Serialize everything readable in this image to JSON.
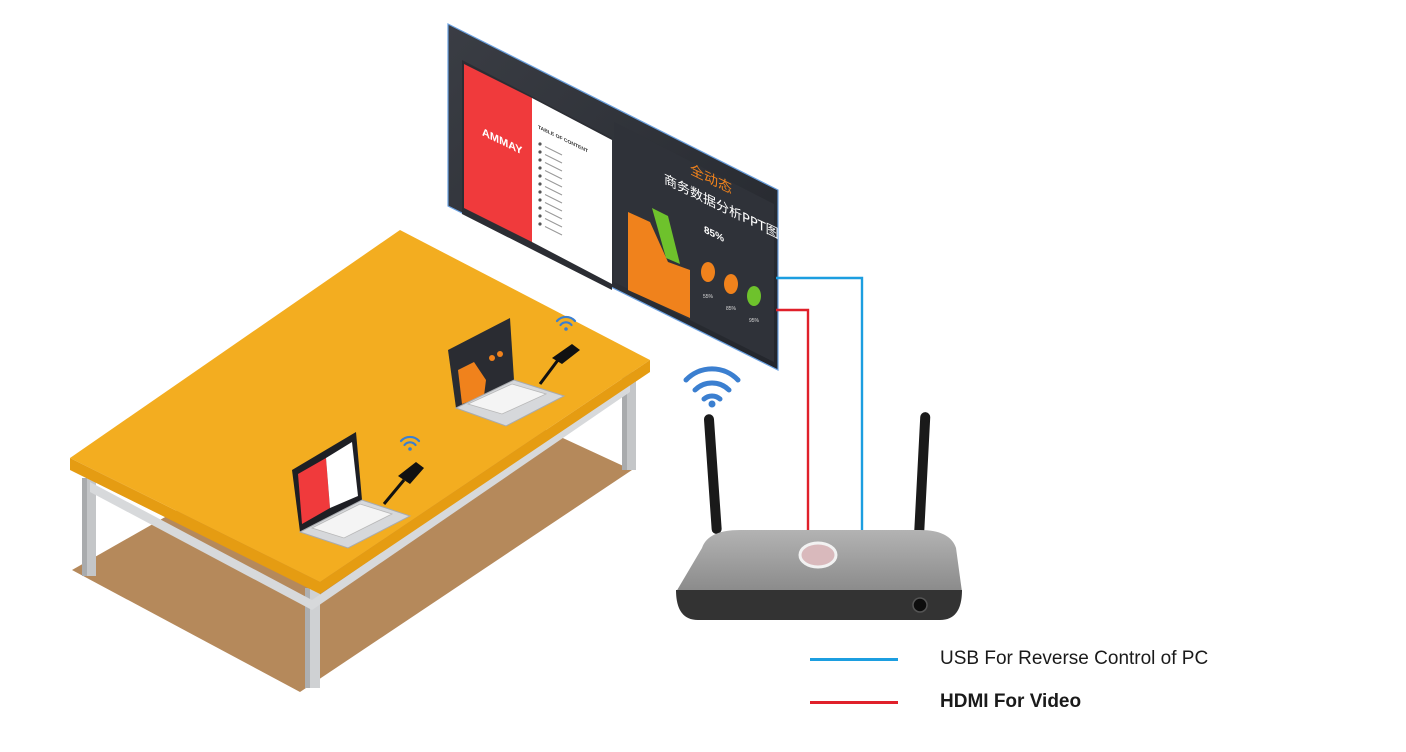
{
  "colors": {
    "usb": "#1c9ee0",
    "hdmi": "#e0202a",
    "table_top": "#f3ad20",
    "table_edge": "#e59c12",
    "floor_shadow": "#b5895b",
    "screen_dark": "#2d3038",
    "accent_red": "#f03a3c",
    "accent_orange": "#f0821c",
    "accent_green": "#6ec22c",
    "wifi": "#3b7fd0",
    "receiver_body": "#9e9e9e",
    "receiver_front": "#333333"
  },
  "display": {
    "logo": "AMMAY",
    "toc_title": "TABLE OF CONTENT",
    "toc_items": [
      "",
      "",
      "",
      "",
      "",
      "",
      "",
      "",
      "",
      "",
      ""
    ],
    "headline_cn": "全动态",
    "subtitle_cn": "商务数据分析PPT图表",
    "big_percent": "85%",
    "percents": [
      "55%",
      "85%",
      "95%"
    ]
  },
  "laptops": [
    {
      "screen": "toc"
    },
    {
      "screen": "chart"
    }
  ],
  "icons": {
    "wifi": "wifi-icon",
    "dongle": "dongle-icon",
    "antenna": "antenna-icon",
    "power_button": "power-button-icon",
    "port": "port-icon"
  },
  "legend": {
    "usb_label": "USB For Reverse Control of PC",
    "hdmi_label": "HDMI For Video"
  }
}
